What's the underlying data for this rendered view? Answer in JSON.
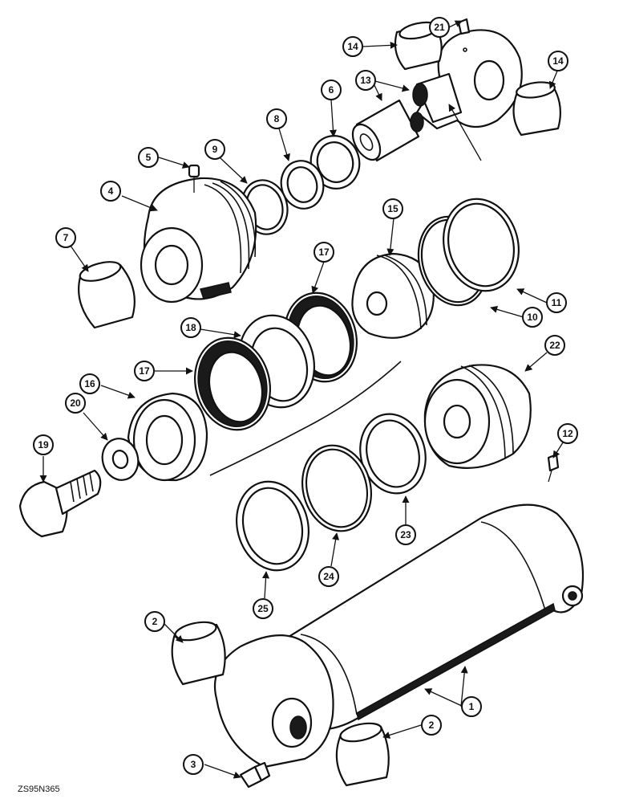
{
  "figure_code": "ZS95N365",
  "callouts": [
    "1",
    "2",
    "2",
    "3",
    "4",
    "5",
    "6",
    "7",
    "8",
    "9",
    "10",
    "11",
    "12",
    "13",
    "14",
    "14",
    "15",
    "16",
    "17",
    "17",
    "18",
    "19",
    "20",
    "21",
    "22",
    "23",
    "24",
    "25"
  ]
}
